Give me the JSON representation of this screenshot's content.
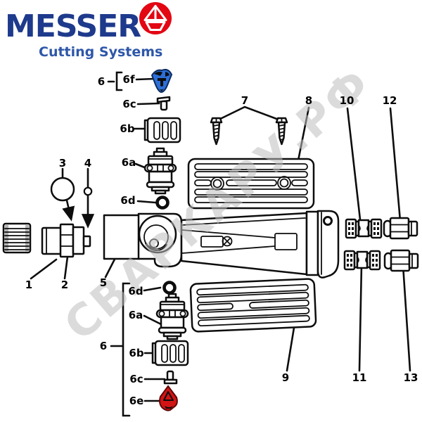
{
  "brand": {
    "wordmark": "MESSER",
    "tagline": "Cutting Systems"
  },
  "watermark": {
    "text": "СВАРКАРУ.РФ"
  },
  "colors": {
    "brand_blue": "#1e3a8c",
    "tagline_blue": "#2e57a9",
    "emblem_red": "#e30613",
    "drawing_black": "#0d0d0d",
    "knob_blue": "#2e6fd6",
    "knob_red": "#d21414",
    "watermark_gray": "#bebebe"
  },
  "callouts": [
    {
      "id": "part-1",
      "text": "1"
    },
    {
      "id": "part-2",
      "text": "2"
    },
    {
      "id": "part-3",
      "text": "3"
    },
    {
      "id": "part-4",
      "text": "4"
    },
    {
      "id": "part-5",
      "text": "5"
    },
    {
      "id": "group-6-top",
      "text": "6"
    },
    {
      "id": "part-6f",
      "text": "6f"
    },
    {
      "id": "part-6c-top",
      "text": "6c"
    },
    {
      "id": "part-6b-top",
      "text": "6b"
    },
    {
      "id": "part-6a-top",
      "text": "6a"
    },
    {
      "id": "part-6d-top",
      "text": "6d"
    },
    {
      "id": "part-7",
      "text": "7"
    },
    {
      "id": "part-8",
      "text": "8"
    },
    {
      "id": "part-10",
      "text": "10"
    },
    {
      "id": "part-12",
      "text": "12"
    },
    {
      "id": "part-9",
      "text": "9"
    },
    {
      "id": "part-11",
      "text": "11"
    },
    {
      "id": "part-13",
      "text": "13"
    },
    {
      "id": "group-6-bottom",
      "text": "6"
    },
    {
      "id": "part-6d-bottom",
      "text": "6d"
    },
    {
      "id": "part-6a-bottom",
      "text": "6a"
    },
    {
      "id": "part-6b-bottom",
      "text": "6b"
    },
    {
      "id": "part-6c-bottom",
      "text": "6c"
    },
    {
      "id": "part-6e",
      "text": "6e"
    }
  ]
}
